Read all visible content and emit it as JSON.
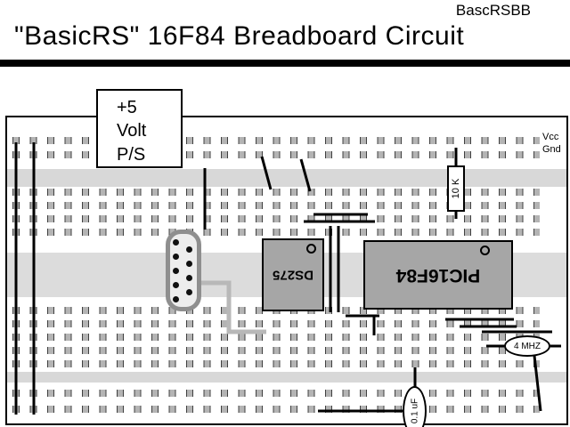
{
  "header": {
    "doc_code": "BascRSBB",
    "title": "\"BasicRS\" 16F84 Breadboard Circuit"
  },
  "board": {
    "vcc_label": "Vcc",
    "gnd_label": "Gnd"
  },
  "components": {
    "psu_lines": [
      "+5",
      "Volt",
      "P/S"
    ],
    "resistor": "10 K",
    "transceiver": "DS275",
    "mcu": "PIC16F84",
    "crystal": "4 MHZ",
    "capacitor": "0.1 uF"
  },
  "colors": {
    "chip_body": "#a6a6a6",
    "board_band": "#d8d8d8",
    "wire": "#000000",
    "gray_wire": "#b8b8b8",
    "connector_outline": "#8f8f8f"
  }
}
